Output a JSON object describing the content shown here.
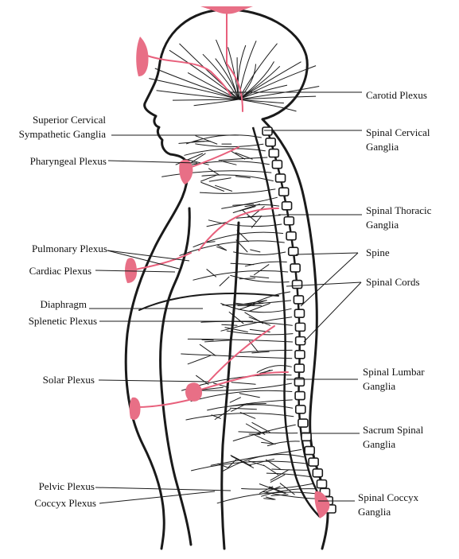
{
  "labels_left": {
    "superior_cervical_l1": "Superior Cervical",
    "superior_cervical_l2": "Sympathetic Ganglia",
    "pharyngeal_plexus": "Pharyngeal Plexus",
    "pulmonary_plexus": "Pulmonary Plexus",
    "cardiac_plexus": "Cardiac Plexus",
    "diaphragm": "Diaphragm",
    "splenetic_plexus": "Splenetic Plexus",
    "solar_plexus": "Solar Plexus",
    "pelvic_plexus": "Pelvic Plexus",
    "coccyx_plexus": "Coccyx Plexus"
  },
  "labels_right": {
    "carotid_plexus": "Carotid Plexus",
    "spinal_cervical_l1": "Spinal Cervical",
    "spinal_cervical_l2": "Ganglia",
    "spinal_thoracic_l1": "Spinal Thoracic",
    "spinal_thoracic_l2": "Ganglia",
    "spine": "Spine",
    "spinal_cords": "Spinal Cords",
    "spinal_lumbar_l1": "Spinal Lumbar",
    "spinal_lumbar_l2": "Ganglia",
    "sacrum_spinal_l1": "Sacrum Spinal",
    "sacrum_spinal_l2": "Ganglia",
    "spinal_coccyx_l1": "Spinal Coccyx",
    "spinal_coccyx_l2": "Ganglia"
  },
  "colors": {
    "ink": "#111111",
    "nerve_pink": "#e8607c",
    "blob_pink": "#e86f86"
  }
}
